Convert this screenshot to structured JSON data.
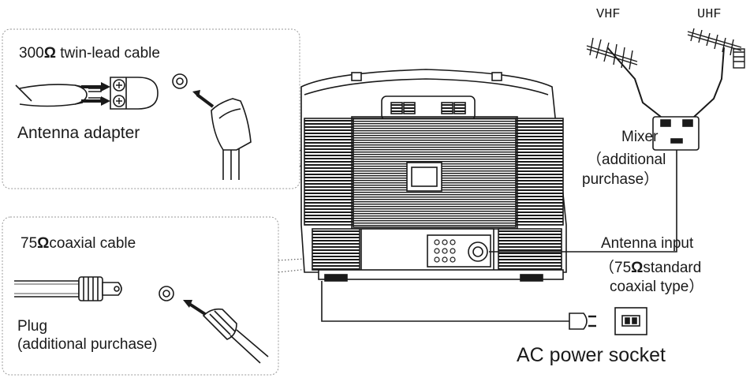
{
  "twin_lead": {
    "ohm": "300",
    "omega": "Ω",
    "rest": " twin-lead cable"
  },
  "antenna_adapter": "Antenna adapter",
  "coax": {
    "ohm": "75",
    "omega": "Ω",
    "rest": "coaxial cable"
  },
  "plug": {
    "line1": "Plug",
    "line2": "(additional purchase)"
  },
  "vhf": "VHF",
  "uhf": "UHF",
  "mixer": {
    "line1": "Mixer",
    "line2": "（additional",
    "line3": "purchase）"
  },
  "antenna_input": {
    "line1": "Antenna input",
    "line2a": "（75",
    "omega": "Ω",
    "line2b": "standard",
    "line3": "coaxial type）"
  },
  "ac_socket": "AC power socket"
}
